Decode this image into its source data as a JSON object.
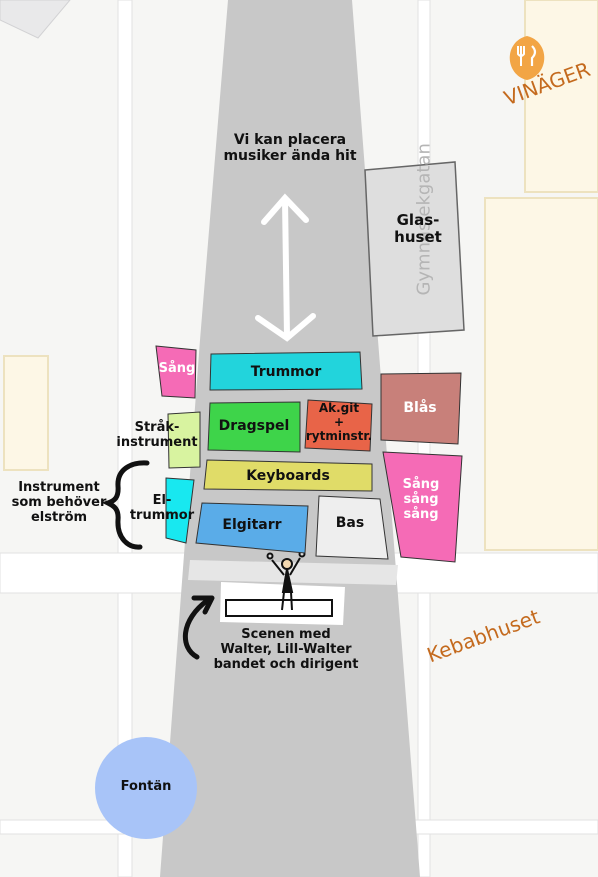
{
  "map": {
    "street_name": "Gymnasiekgatan",
    "poi_vinager": "VINÄGER",
    "poi_kebab": "Kebabhuset",
    "poi_icon": "restaurant-fork-knife-icon",
    "glashuset": "Glas-\nhuset",
    "fontan": "Fontän"
  },
  "annotations": {
    "top_note": "Vi kan placera\nmusiker ända hit",
    "strak": "Stråk-\ninstrument",
    "el_trummor": "El-\ntrummor",
    "instrument_note": "Instrument\nsom behöver\nelström",
    "scen_note": "Scenen med\nWalter, Lill-Walter\nbandet och dirigent"
  },
  "sections": {
    "sang_left": "Sång",
    "trummor": "Trummor",
    "dragspel": "Dragspel",
    "ak_git": "Ak.git\n+\nrytminstr.",
    "blas": "Blås",
    "keyboards": "Keyboards",
    "sang_right": "Sång\nsång\nsång",
    "elgitarr": "Elgitarr",
    "bas": "Bas"
  },
  "colors": {
    "road": "#c8c8c8",
    "sang": "#f56bb6",
    "trummor": "#22d4dc",
    "dragspel": "#3ed44a",
    "akgit": "#e86448",
    "blas": "#c8807a",
    "keyboards": "#e0dc68",
    "strak": "#d8f3a0",
    "eltrummor": "#18e8f0",
    "elgitarr": "#5aace8",
    "bas": "#eeeeee",
    "glashuset": "#dedede",
    "fontan": "#a8c4f8",
    "poi": "#c46a1e"
  }
}
